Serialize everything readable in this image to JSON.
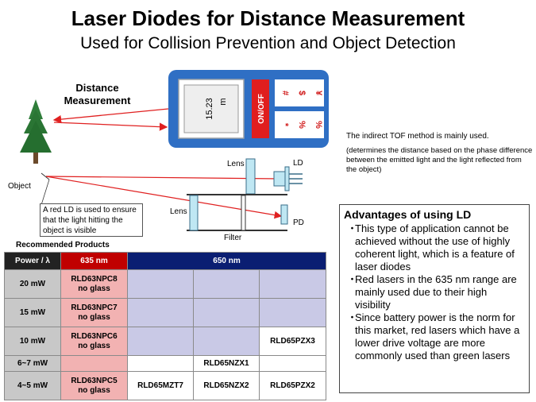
{
  "title": "Laser Diodes for Distance Measurement",
  "subtitle": "Used for Collision Prevention and Object Detection",
  "diagram": {
    "distance_label": "Distance Measurement",
    "display_value": "15.23",
    "display_unit": "m",
    "onoff_label": "ON/OFF",
    "keys_top": [
      "#",
      "$",
      "¥"
    ],
    "keys_bottom": [
      "*",
      "%",
      "%"
    ],
    "object_label": "Object",
    "lens_top_label": "Lens",
    "ld_label": "LD",
    "lens_bottom_label": "Lens",
    "pd_label": "PD",
    "filter_label": "Filter",
    "note": "A red LD is used to ensure that the light hitting the object is visible",
    "tof_main": "The indirect TOF method is mainly used.",
    "tof_detail": "(determines the distance based on the phase difference between the emitted light and the light reflected from the object)",
    "colors": {
      "device_blue": "#2f6fc4",
      "onoff_red": "#e01e1e",
      "lens_cyan": "#bfe7f3",
      "laser_red": "#e02020"
    }
  },
  "products": {
    "label": "Recommended Products",
    "headers": [
      "Power / λ",
      "635 nm",
      "650 nm"
    ],
    "rows": [
      {
        "power": "20 mW",
        "c635": "RLD63NPC8 no glass",
        "c650": [
          "",
          "",
          ""
        ]
      },
      {
        "power": "15 mW",
        "c635": "RLD63NPC7 no glass",
        "c650": [
          "",
          "",
          ""
        ]
      },
      {
        "power": "10 mW",
        "c635": "RLD63NPC6 no glass",
        "c650": [
          "",
          "",
          "RLD65PZX3"
        ]
      },
      {
        "power": "6~7 mW",
        "c635": "",
        "c650": [
          "",
          "RLD65NZX1",
          ""
        ]
      },
      {
        "power": "4~5 mW",
        "c635": "RLD63NPC5 no glass",
        "c650": [
          "RLD65MZT7",
          "RLD65NZX2",
          "RLD65PZX2"
        ]
      }
    ],
    "colors": {
      "header_power": "#222222",
      "header_635": "#c00000",
      "header_650": "#0a1e72",
      "cell_635": "#f2b2b2",
      "cell_650": "#c9c9e6",
      "cell_power": "#c8c8c8"
    }
  },
  "advantages": {
    "title": "Advantages of using LD",
    "items": [
      "This type of application cannot be achieved without the use of highly coherent light, which is a feature of laser diodes",
      "Red lasers in the 635 nm range are mainly used due to their high visibility",
      "Since battery power is the norm for this market, red lasers which have a lower drive voltage are more commonly used than green lasers"
    ]
  }
}
